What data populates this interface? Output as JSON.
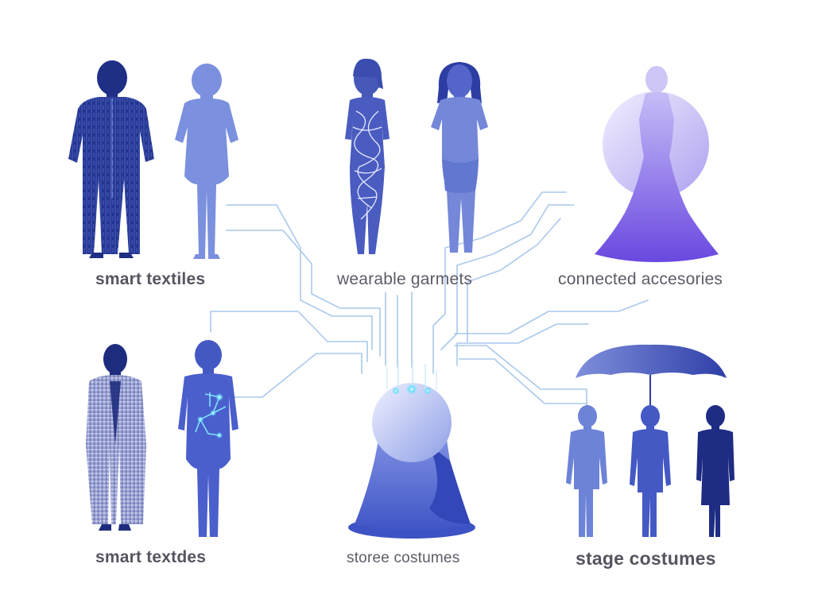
{
  "colors": {
    "navy": "#1f2f86",
    "blue": "#3b4fc2",
    "periwinkle": "#6f83d6",
    "light": "#9aa6e8",
    "violet": "#7d63e0",
    "trace": "#9cc4ea",
    "glow": "#5bd8ff",
    "label": "#5a5a66"
  },
  "labels": {
    "top_left": "smart textiles",
    "top_center": "wearable garmets",
    "top_right": "connected accesories",
    "bottom_left": "smart textdes",
    "bottom_center": "storee costumes",
    "bottom_right": "stage costumes"
  },
  "icons": [
    "patterned-suit-figure-icon",
    "light-figure-icon",
    "circuit-dress-figure-icon",
    "woman-dress-figure-icon",
    "gown-orb-figure-icon",
    "sparkle-coat-figure-icon",
    "glowing-circuit-body-icon",
    "hub-orb-icon",
    "umbrella-icon",
    "three-figures-icon"
  ]
}
